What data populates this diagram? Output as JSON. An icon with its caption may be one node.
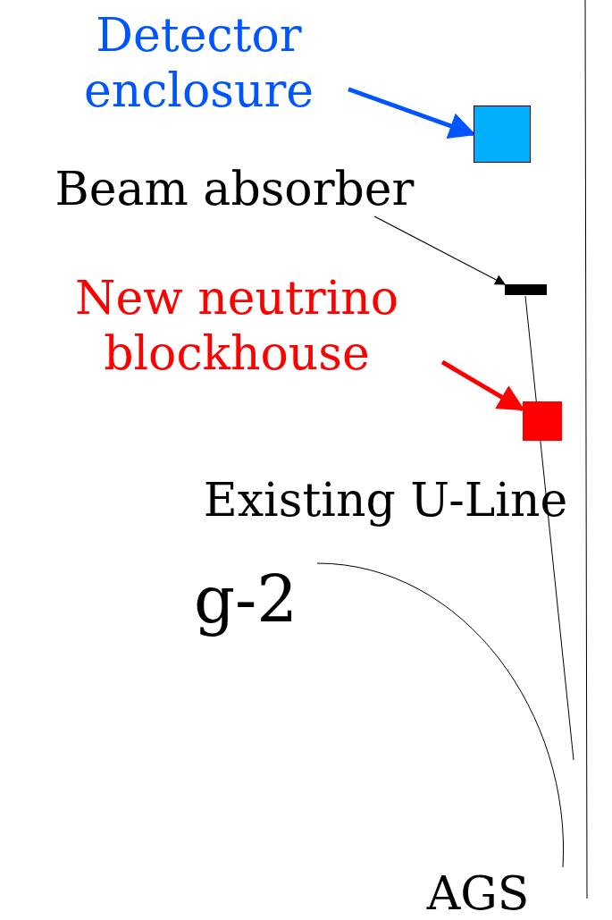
{
  "diagram": {
    "nodes": [
      {
        "text": [
          "Detector enclosure"
        ]
      },
      {
        "text": [],
        "shape": "box"
      },
      {
        "text": [
          "Beam absorber"
        ]
      },
      {
        "text": [],
        "shape": "bar"
      },
      {
        "text": [
          "New neutrino blockhouse"
        ]
      },
      {
        "text": [],
        "shape": "box"
      }
    ],
    "edges": [
      {
        "from": 0,
        "to": 1,
        "arrow": "to",
        "color": "#0055ff"
      },
      {
        "from": 2,
        "to": 3,
        "arrow": "to",
        "color": "#000000"
      },
      {
        "from": 4,
        "to": 5,
        "arrow": "to",
        "color": "#ff0000"
      }
    ],
    "labels": [
      "Existing U-Line",
      "g-2",
      "AGS"
    ]
  }
}
